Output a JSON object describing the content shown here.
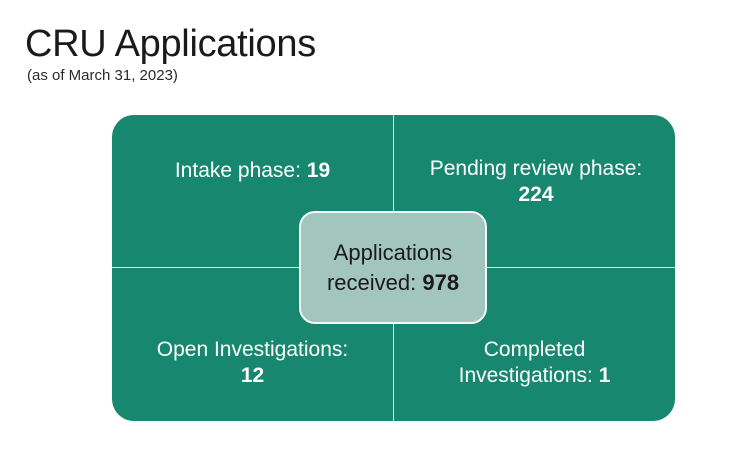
{
  "title": "CRU Applications",
  "subtitle": "(as of March 31, 2023)",
  "center": {
    "label": "Applications received:",
    "value": "978"
  },
  "quadrants": {
    "top_left": {
      "label": "Intake phase:",
      "value": "19"
    },
    "top_right": {
      "label": "Pending review phase:",
      "value": "224"
    },
    "bottom_left": {
      "label": "Open Investigations:",
      "value": "12"
    },
    "bottom_right": {
      "label": "Completed Investigations:",
      "value": "1"
    }
  },
  "colors": {
    "matrix_fill": "#17876f",
    "center_fill": "#a2c5bd",
    "divider": "#d7ece6"
  }
}
